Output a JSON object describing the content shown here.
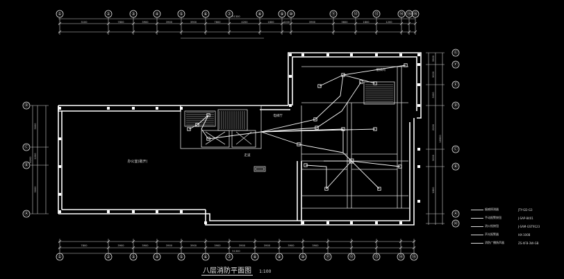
{
  "drawing": {
    "title": "八层消防平面图",
    "scale": "1:100",
    "room_label_main": "办公室(敞开)",
    "room_label_stair": "楼梯间",
    "room_label_elev": "电梯厅",
    "room_label_corridor": "走道"
  },
  "axes": {
    "top": [
      "①",
      "②",
      "③",
      "④",
      "⑤",
      "⑥",
      "⑦",
      "⑧",
      "⑨",
      "⑩",
      "⑪",
      "⑫",
      "⑬",
      "⑭",
      "⑮",
      "⑯"
    ],
    "bottom": [
      "①",
      "②",
      "③",
      "④",
      "⑤",
      "⑥",
      "⑦",
      "⑧",
      "⑨",
      "⑩",
      "⑪",
      "⑫",
      "⑬",
      "⑭",
      "⑮"
    ],
    "left": [
      "Ⓓ",
      "Ⓒ",
      "Ⓑ",
      "Ⓐ"
    ],
    "right": [
      "Ⓖ",
      "Ⓕ",
      "Ⓔ",
      "Ⓓ",
      "Ⓒ",
      "Ⓑ",
      "Ⓐ",
      "Ⓗ"
    ]
  },
  "dimensions": {
    "top_total": "51300",
    "top_segments": [
      "3100",
      "7800",
      "3900",
      "3900",
      "3900",
      "7800",
      "4200",
      "1800",
      "4200",
      "3900",
      "3600",
      "1800",
      "1200"
    ],
    "bottom_total": "51300",
    "bottom_segments": [
      "7800",
      "3900",
      "3900",
      "3900",
      "3900",
      "3900",
      "3900",
      "3900",
      "3900",
      "3900"
    ],
    "left_total": "8200",
    "left_segments": [
      "3000",
      "2200",
      "3000"
    ],
    "right_total": "16900",
    "right_segments": [
      "3900",
      "3000",
      "3000",
      "2200",
      "3000",
      "1800"
    ]
  },
  "legend": [
    {
      "label": "烟感探测器",
      "value": "JTY-GD-G3"
    },
    {
      "label": "手动报警按钮",
      "value": "J-SAP-8401"
    },
    {
      "label": "消火栓按钮",
      "value": "J-SAM-GST9123"
    },
    {
      "label": "声光报警器",
      "value": "HX-100B"
    },
    {
      "label": "消防广播扬声器",
      "value": "ZS-XFB-3W-GB"
    }
  ],
  "colors": {
    "background": "#000000",
    "line": "#e8e8e8",
    "wall": "#ffffff"
  }
}
